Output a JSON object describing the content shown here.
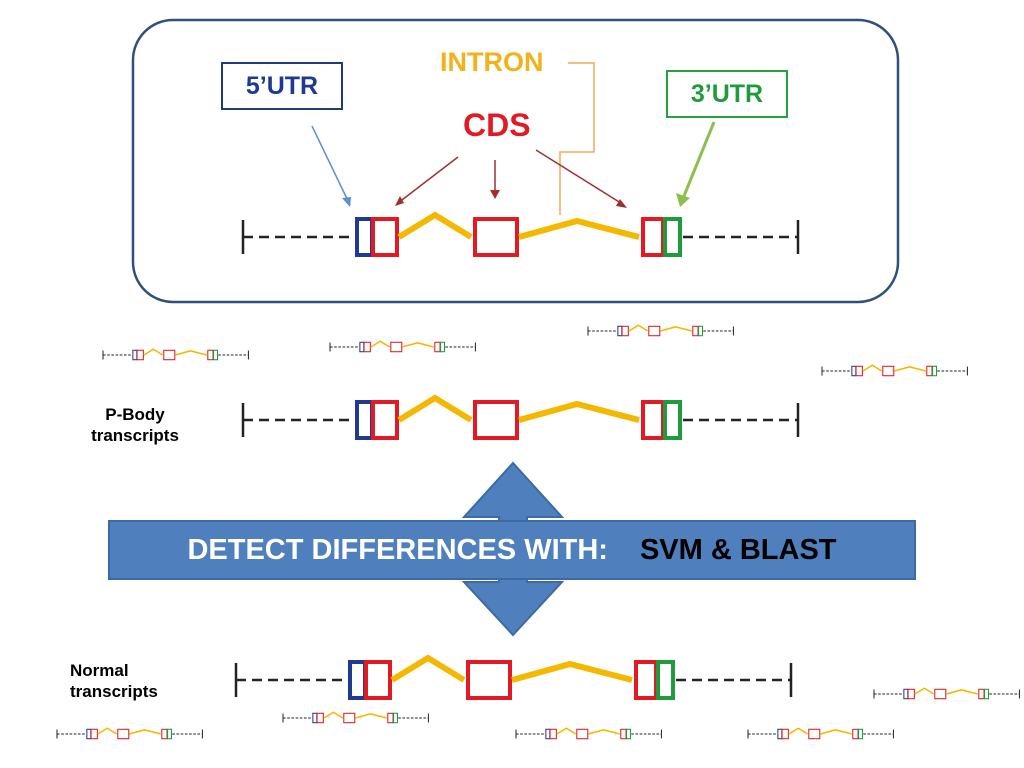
{
  "labels": {
    "utr5": "5’UTR",
    "utr3": "3’UTR",
    "intron": "INTRON",
    "cds": "CDS"
  },
  "groups": {
    "pbody_line1": "P-Body",
    "pbody_line2": "transcripts",
    "normal_line1": "Normal",
    "normal_line2": "transcripts"
  },
  "banner": {
    "text_main": "DETECT DIFFERENCES WITH:",
    "text_tools": "SVM & BLAST"
  },
  "colors": {
    "utr5": "#1f3a93",
    "utr3": "#1f9a3c",
    "cds": "#e01b24",
    "intron": "#f5b800",
    "intron_label": "#f2b21b",
    "utr3_label_border": "#22a33e",
    "banner_fill": "#4f7fbd",
    "banner_text_main": "#ffffff",
    "banner_text_tools": "#000000",
    "arrow_fill": "#4f7fbd"
  }
}
